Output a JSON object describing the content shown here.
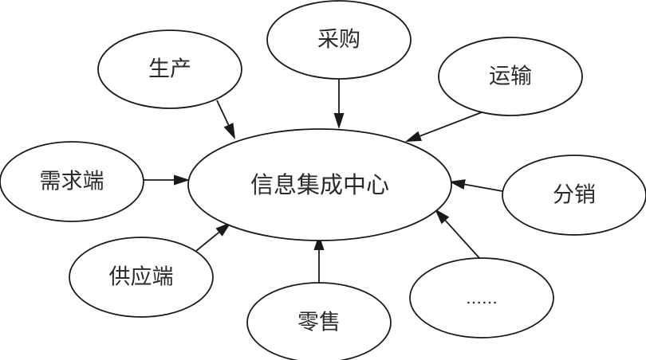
{
  "diagram": {
    "center": {
      "id": "center",
      "label": "信息集成中心"
    },
    "nodes": [
      {
        "id": "production",
        "label": "生产"
      },
      {
        "id": "procurement",
        "label": "采购"
      },
      {
        "id": "transport",
        "label": "运输"
      },
      {
        "id": "demand",
        "label": "需求端"
      },
      {
        "id": "distribution",
        "label": "分销"
      },
      {
        "id": "supply",
        "label": "供应端"
      },
      {
        "id": "retail",
        "label": "零售"
      },
      {
        "id": "more",
        "label": "……"
      }
    ],
    "edges": [
      {
        "from": "production",
        "to": "center"
      },
      {
        "from": "procurement",
        "to": "center"
      },
      {
        "from": "transport",
        "to": "center"
      },
      {
        "from": "demand",
        "to": "center"
      },
      {
        "from": "distribution",
        "to": "center"
      },
      {
        "from": "supply",
        "to": "center"
      },
      {
        "from": "retail",
        "to": "center"
      },
      {
        "from": "more",
        "to": "center"
      }
    ]
  }
}
